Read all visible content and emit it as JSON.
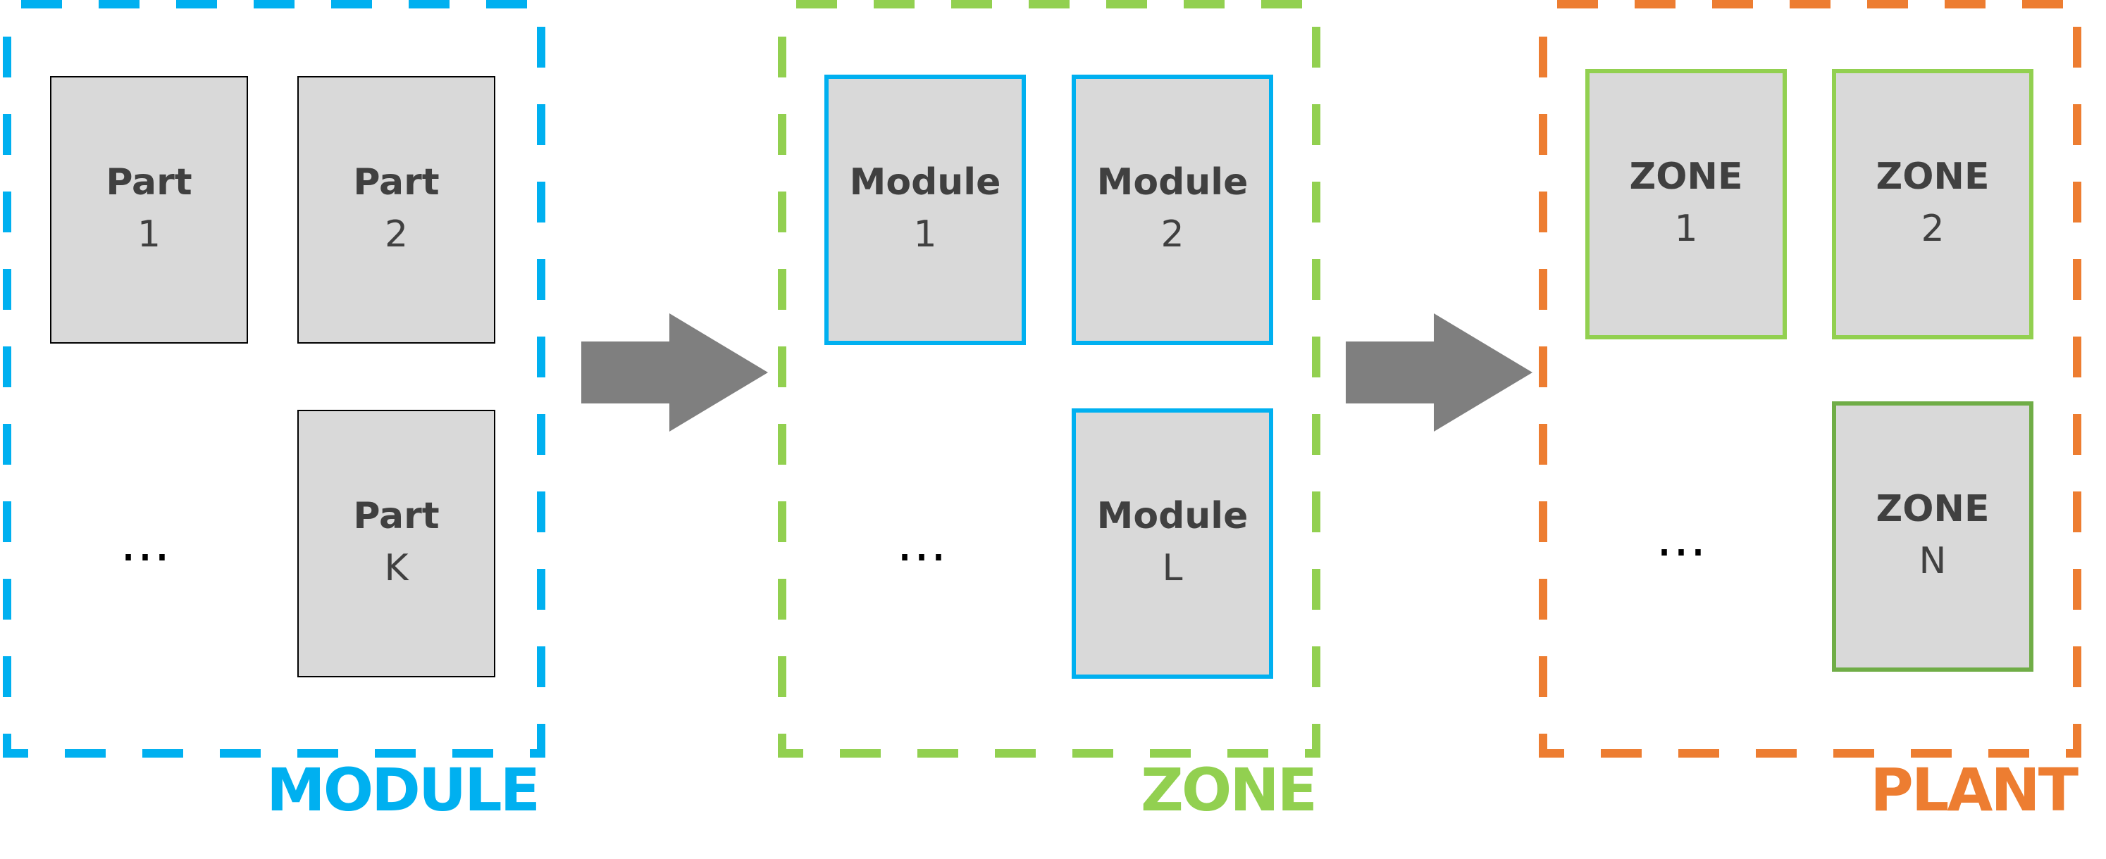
{
  "colors": {
    "module_accent": "#00b0f0",
    "zone_accent": "#92d050",
    "zone_dark_accent": "#70ad47",
    "plant_accent": "#ed7d31",
    "box_fill": "#d9d9d9",
    "box_text": "#404040",
    "part_border": "#000000",
    "arrow_fill": "#7f7f7f"
  },
  "groups": [
    {
      "label": "MODULE",
      "ellipsis": "…",
      "items": [
        {
          "title": "Part",
          "index": "1"
        },
        {
          "title": "Part",
          "index": "2"
        },
        {
          "title": "Part",
          "index": "K"
        }
      ]
    },
    {
      "label": "ZONE",
      "ellipsis": "…",
      "items": [
        {
          "title": "Module",
          "index": "1"
        },
        {
          "title": "Module",
          "index": "2"
        },
        {
          "title": "Module",
          "index": "L"
        }
      ]
    },
    {
      "label": "PLANT",
      "ellipsis": "…",
      "items": [
        {
          "title": "ZONE",
          "index": "1"
        },
        {
          "title": "ZONE",
          "index": "2"
        },
        {
          "title": "ZONE",
          "index": "N"
        }
      ]
    }
  ],
  "arrows": [
    {
      "icon": "right-arrow-icon"
    },
    {
      "icon": "right-arrow-icon"
    }
  ]
}
